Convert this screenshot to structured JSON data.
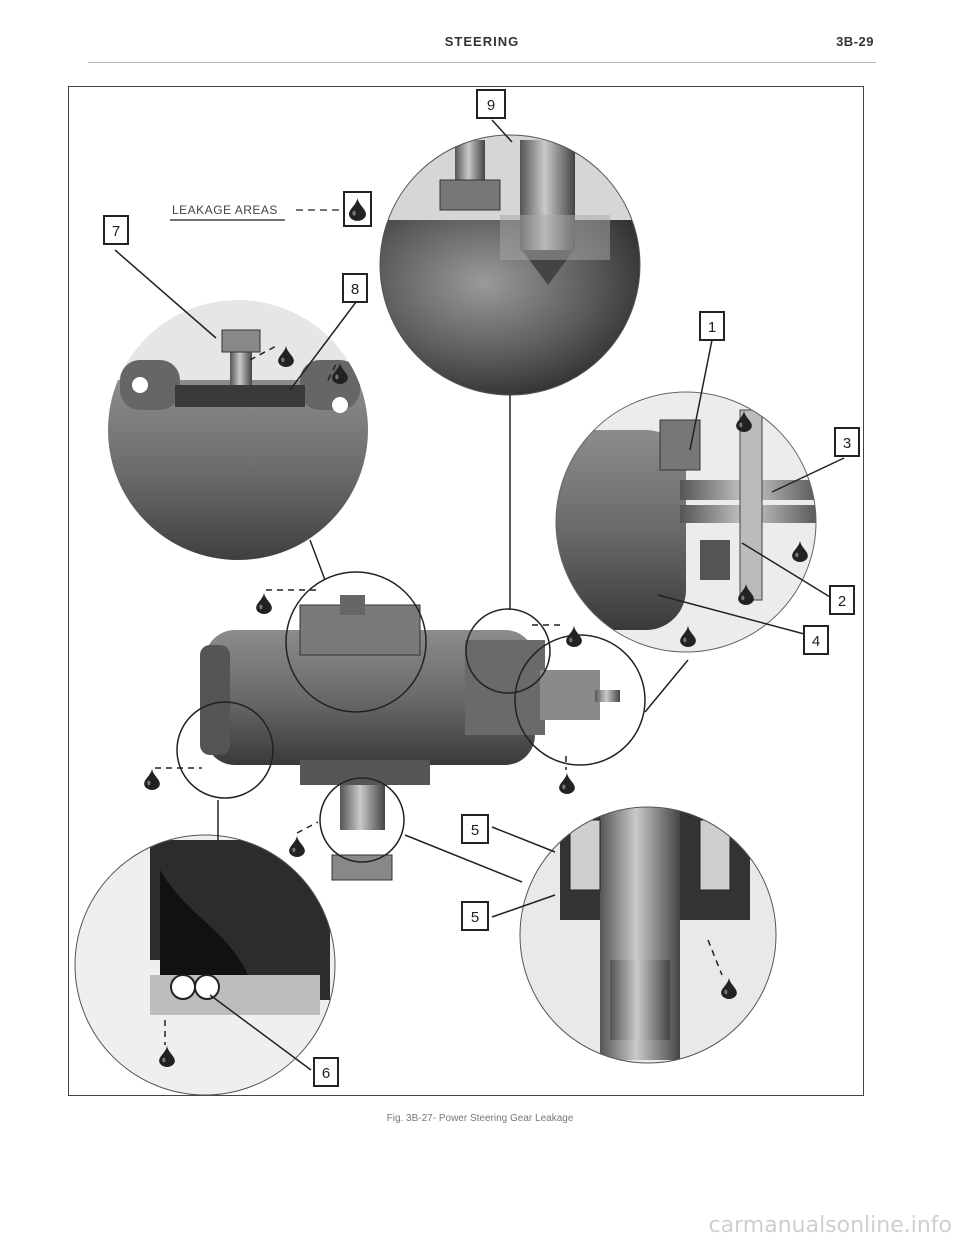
{
  "header": {
    "title": "STEERING",
    "page_number": "3B-29"
  },
  "figure": {
    "legend_label": "LEAKAGE AREAS",
    "callouts": [
      "9",
      "7",
      "8",
      "1",
      "3",
      "2",
      "4",
      "5",
      "5",
      "6"
    ]
  },
  "caption": "Fig. 3B-27- Power Steering Gear Leakage",
  "footer": {
    "watermark": "carmanualsonline.info"
  }
}
